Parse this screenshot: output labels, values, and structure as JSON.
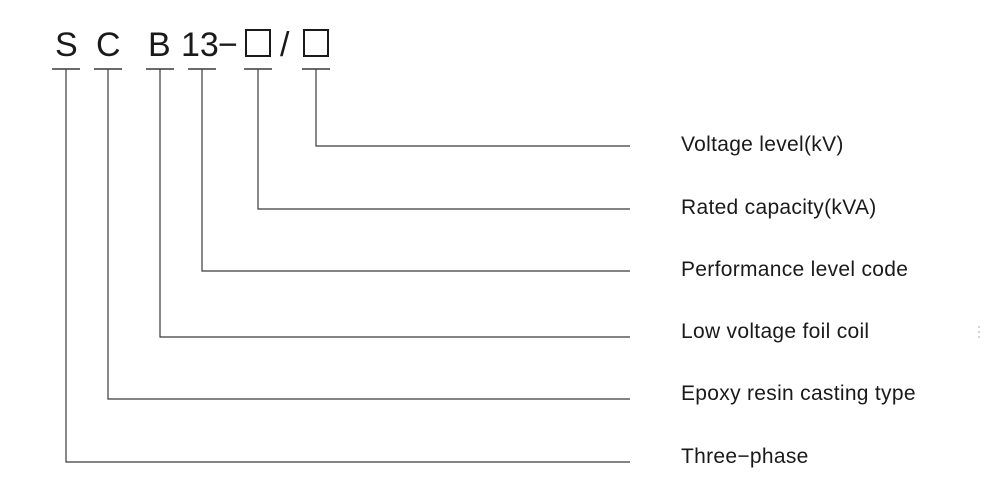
{
  "model_code": {
    "s": "S",
    "c": "C",
    "b": "B",
    "num": "13",
    "dash": "−",
    "slash": "/"
  },
  "labels": {
    "voltage_level": "Voltage level(kV)",
    "rated_capacity": "Rated capacity(kVA)",
    "performance_level": "Performance level code",
    "low_voltage_foil": "Low voltage foil coil",
    "epoxy_resin": "Epoxy resin casting type",
    "three_phase": "Three−phase"
  }
}
